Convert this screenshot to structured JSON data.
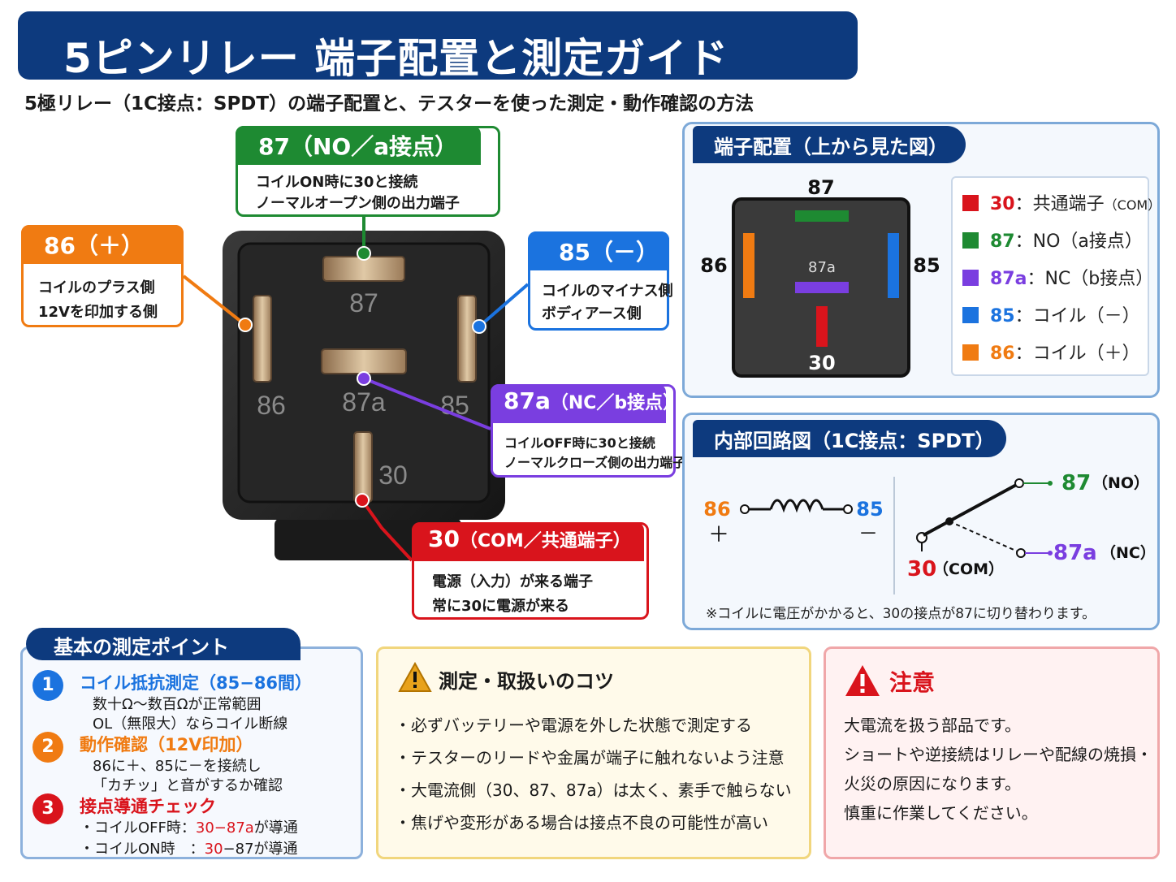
{
  "header": {
    "title": "5ピンリレー 端子配置と測定ガイド",
    "subtitle": "5極リレー（1C接点：SPDT）の端子配置と、テスターを使った測定・動作確認の方法"
  },
  "colors": {
    "navy": "#0d3a7e",
    "pin30": "#d9141c",
    "pin87": "#1e8a32",
    "pin87a": "#7a3ee0",
    "pin85": "#1b73df",
    "pin86": "#f07b12"
  },
  "callouts": {
    "pin87": {
      "title": "87（NO／a接点）",
      "line1": "コイルON時に30と接続",
      "line2": "ノーマルオープン側の出力端子"
    },
    "pin86": {
      "title": "86（＋）",
      "line1": "コイルのプラス側",
      "line2": "12Vを印加する側"
    },
    "pin85": {
      "title": "85（－）",
      "line1": "コイルのマイナス側",
      "line2": "ボディアース側"
    },
    "pin87a": {
      "title": "87a",
      "title_small": "（NC／b接点）",
      "line1": "コイルOFF時に30と接続",
      "line2": "ノーマルクローズ側の出力端子"
    },
    "pin30": {
      "title": "30",
      "title_small": "（COM／共通端子）",
      "line1": "電源（入力）が来る端子",
      "line2": "常に30に電源が来る"
    }
  },
  "photo_labels": {
    "p87": "87",
    "p86": "86",
    "p87a": "87a",
    "p85": "85",
    "p30": "30"
  },
  "pin_panel": {
    "title": "端子配置（上から見た図）",
    "labels": {
      "top": "87",
      "left": "86",
      "right": "85",
      "center": "87a",
      "bottom": "30"
    },
    "legend": [
      {
        "num": "30",
        "desc": "：共通端子",
        "tiny": "（COM）"
      },
      {
        "num": "87",
        "desc": "：NO（a接点）",
        "tiny": ""
      },
      {
        "num": "87a",
        "desc": "：NC（b接点）",
        "tiny": ""
      },
      {
        "num": "85",
        "desc": "：コイル（－）",
        "tiny": ""
      },
      {
        "num": "86",
        "desc": "：コイル（＋）",
        "tiny": ""
      }
    ]
  },
  "circuit_panel": {
    "title": "内部回路図（1C接点：SPDT）",
    "coil_left": "86",
    "coil_right": "85",
    "plus": "＋",
    "minus": "－",
    "no_num": "87",
    "no_tag": "（NO）",
    "nc_num": "87a",
    "nc_tag": "（NC）",
    "com_num": "30",
    "com_tag": "（COM）",
    "note": "※コイルに電圧がかかると、30の接点が87に切り替わります。"
  },
  "measure": {
    "title": "基本の測定ポイント",
    "items": [
      {
        "n": "1",
        "title": "コイル抵抗測定（85−86間）",
        "d1": "数十Ω〜数百Ωが正常範囲",
        "d2": "OL（無限大）ならコイル断線"
      },
      {
        "n": "2",
        "title": "動作確認（12V印加）",
        "d1": "86に＋、85に－を接続し",
        "d2": "「カチッ」と音がするか確認"
      },
      {
        "n": "3",
        "title": "接点導通チェック",
        "d1a": "・コイルOFF時：",
        "d1b": "30−87a",
        "d1c": "が導通",
        "d2a": "・コイルON時　：",
        "d2b": "30",
        "d2c": "−87が導通"
      }
    ]
  },
  "tips": {
    "title": "測定・取扱いのコツ",
    "items": [
      "・必ずバッテリーや電源を外した状態で測定する",
      "・テスターのリードや金属が端子に触れないよう注意",
      "・大電流側（30、87、87a）は太く、素手で触らない",
      "・焦げや変形がある場合は接点不良の可能性が高い"
    ]
  },
  "warning": {
    "title": "注意",
    "lines": [
      "大電流を扱う部品です。",
      "ショートや逆接続はリレーや配線の焼損・",
      "火災の原因になります。",
      "慎重に作業してください。"
    ]
  }
}
